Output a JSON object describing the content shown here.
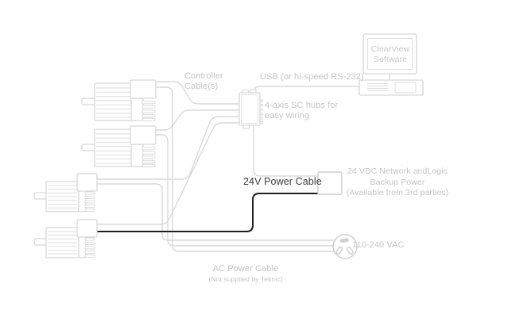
{
  "diagram": {
    "labels": {
      "controller_cables": "Controller\nCable(s)",
      "usb": "USB (or hi-speed RS-232)",
      "sc_hub": "4-axis SC hubs for\neasy wiring",
      "power_cable_24v": "24V Power Cable",
      "vdc_backup": "24 VDC Network andLogic\nBackup Power\n(Available from 3rd parties)",
      "vac_rating": "110-240 VAC",
      "ac_power_cable": "AC Power Cable",
      "ac_power_note": "(Not supplied by Teknic)"
    },
    "computer": {
      "screen_label": "ClearView\nSoftware"
    },
    "components": {
      "motor_count": "4",
      "hub": "4-axis SC hub",
      "power_supply": "24 VDC supply",
      "outlet": "AC wall plug"
    },
    "colors": {
      "line_gray": "#d7d7d7",
      "rib_gray": "#dedede",
      "label_gray": "#c5c5c5",
      "dark_label": "#3c3c3c",
      "cable_black": "#1f1f1f",
      "background": "#ffffff"
    }
  }
}
